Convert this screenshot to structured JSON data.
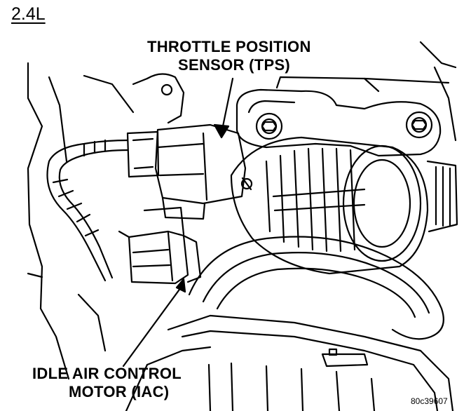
{
  "figure": {
    "engine_label": "2.4L",
    "callouts": {
      "tps_line1": "THROTTLE POSITION",
      "tps_line2": "SENSOR (TPS)",
      "iac_line1": "IDLE AIR CONTROL",
      "iac_line2": "MOTOR (IAC)"
    },
    "figure_code": "80c39607"
  },
  "colors": {
    "ink": "#000000",
    "paper": "#ffffff"
  }
}
